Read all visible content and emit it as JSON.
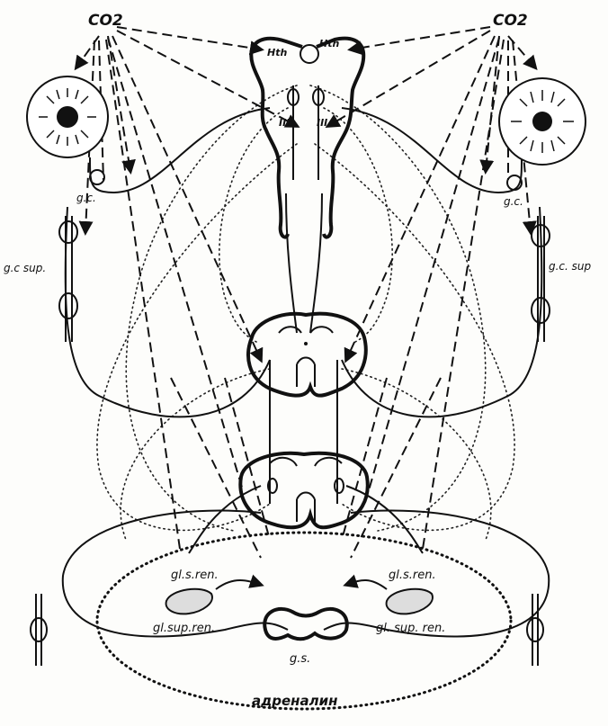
{
  "labels": {
    "co2_left": "CO2",
    "co2_right": "CO2",
    "hth_left": "Hth",
    "hth_right": "Hth",
    "nucleus_left": "III",
    "nucleus_right": "III",
    "gc_left": "g.c.",
    "gc_right": "g.c.",
    "gc_sup_left": "g.c sup.",
    "gc_sup_right": "g.c. sup",
    "gl_s_ren_left": "gl.s.ren.",
    "gl_s_ren_right": "gl.s.ren.",
    "gl_sup_ren_left": "gl.sup.ren.",
    "gl_sup_ren_right": "gl. sup. ren.",
    "gs": "g.s.",
    "adrenalin": "адреналин"
  },
  "colors": {
    "ink": "#111111",
    "paper": "#fdfdfb"
  }
}
